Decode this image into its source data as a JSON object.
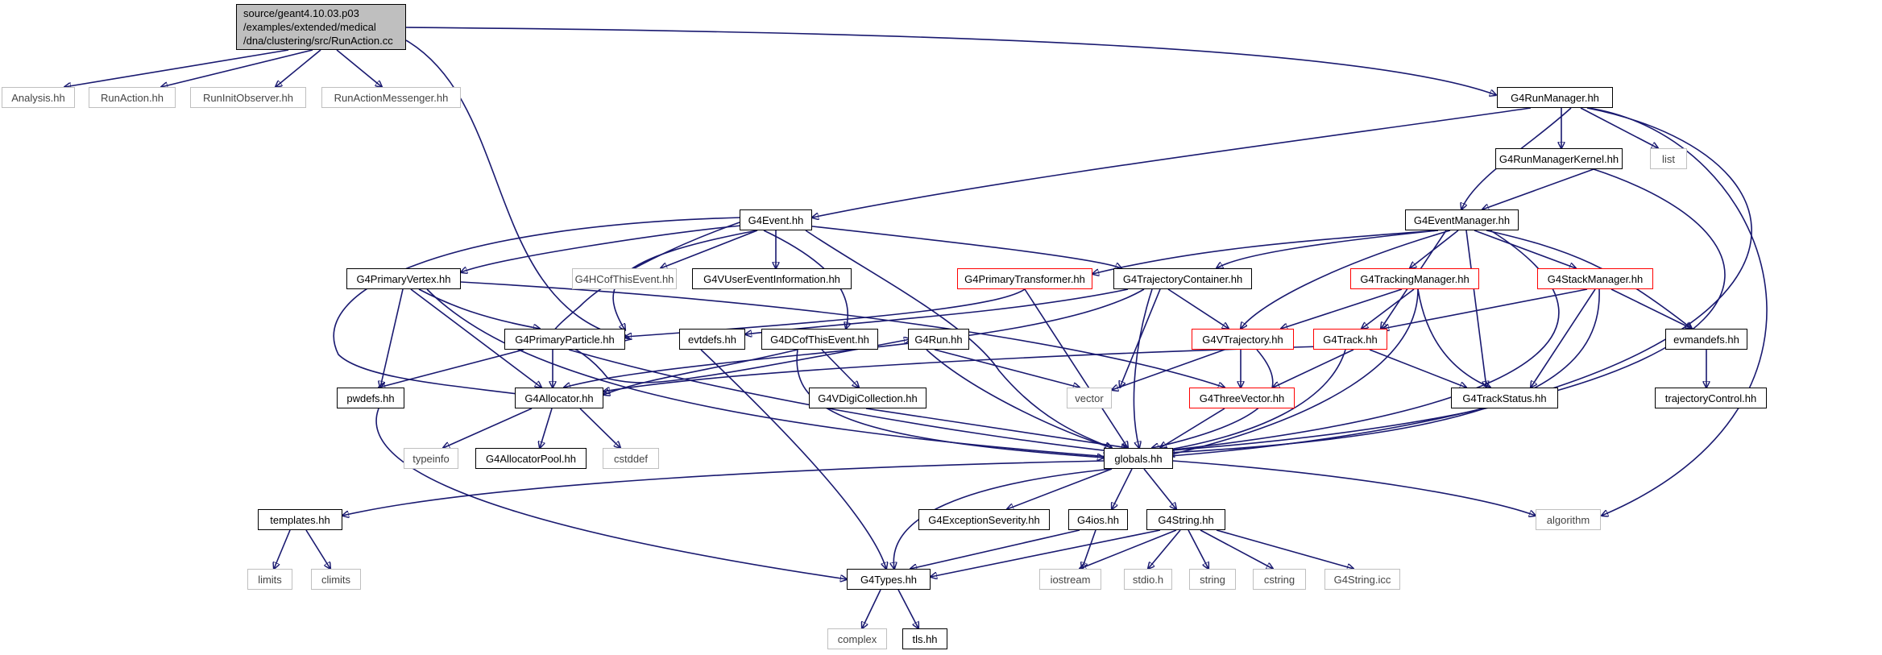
{
  "graph": {
    "root": {
      "line1": "source/geant4.10.03.p03",
      "line2": "/examples/extended/medical",
      "line3": "/dna/clustering/src/RunAction.cc"
    },
    "nodes": {
      "analysis": "Analysis.hh",
      "runaction": "RunAction.hh",
      "runinitobserver": "RunInitObserver.hh",
      "runactionmessenger": "RunActionMessenger.hh",
      "g4runmanager": "G4RunManager.hh",
      "g4runmanagerkernel": "G4RunManagerKernel.hh",
      "list": "list",
      "g4event": "G4Event.hh",
      "g4eventmanager": "G4EventManager.hh",
      "g4primaryvertex": "G4PrimaryVertex.hh",
      "g4hcofthisevent": "G4HCofThisEvent.hh",
      "g4vusereventinformation": "G4VUserEventInformation.hh",
      "g4primarytransformer": "G4PrimaryTransformer.hh",
      "g4trajectorycontainer": "G4TrajectoryContainer.hh",
      "g4trackingmanager": "G4TrackingManager.hh",
      "g4stackmanager": "G4StackManager.hh",
      "g4primaryparticle": "G4PrimaryParticle.hh",
      "evtdefs": "evtdefs.hh",
      "g4dcofthisevent": "G4DCofThisEvent.hh",
      "g4run": "G4Run.hh",
      "g4vtrajectory": "G4VTrajectory.hh",
      "g4track": "G4Track.hh",
      "evmandefs": "evmandefs.hh",
      "pwdefs": "pwdefs.hh",
      "g4allocator": "G4Allocator.hh",
      "g4vdigicollection": "G4VDigiCollection.hh",
      "vector": "vector",
      "g4threevector": "G4ThreeVector.hh",
      "g4trackstatus": "G4TrackStatus.hh",
      "trajectorycontrol": "trajectoryControl.hh",
      "typeinfo": "typeinfo",
      "g4allocatorpool": "G4AllocatorPool.hh",
      "cstddef": "cstddef",
      "globals": "globals.hh",
      "templates": "templates.hh",
      "g4exceptionseverity": "G4ExceptionSeverity.hh",
      "g4ios": "G4ios.hh",
      "g4string": "G4String.hh",
      "algorithm": "algorithm",
      "limits": "limits",
      "climits": "climits",
      "g4types": "G4Types.hh",
      "iostream": "iostream",
      "stdio": "stdio.h",
      "string": "string",
      "cstring": "cstring",
      "g4stringicc": "G4String.icc",
      "complex": "complex",
      "tls": "tls.hh"
    }
  },
  "colors": {
    "edge": "#191970",
    "documented_border": "#000000",
    "undocumented_border": "#bfbfbf",
    "incomplete_border": "#ff0000",
    "root_fill": "#bfbfbf"
  }
}
